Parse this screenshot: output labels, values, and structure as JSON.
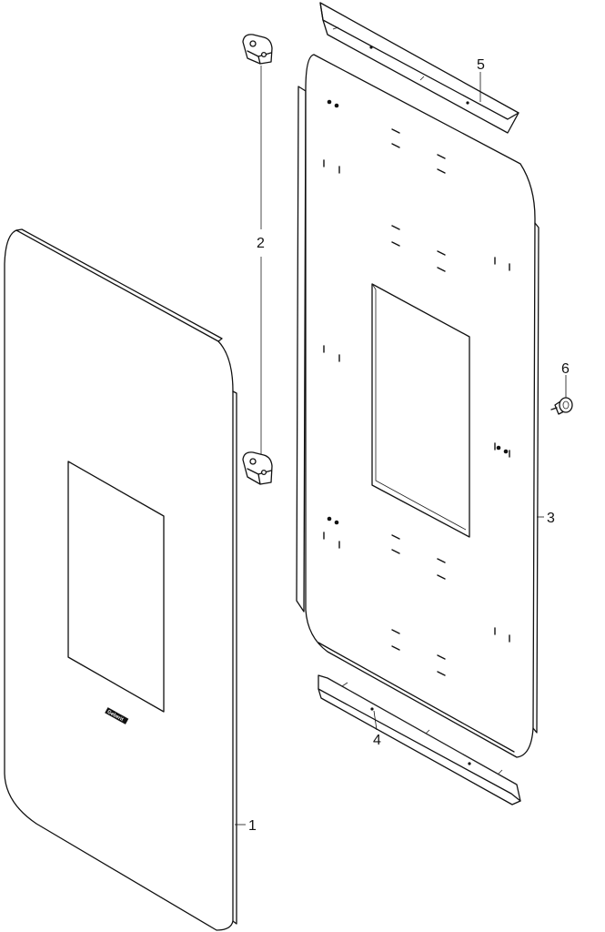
{
  "callouts": {
    "c1": "1",
    "c2": "2",
    "c3": "3",
    "c4": "4",
    "c5": "5",
    "c6": "6"
  },
  "logo_text": "Geberit",
  "colors": {
    "line": "#111111",
    "background": "#ffffff"
  }
}
